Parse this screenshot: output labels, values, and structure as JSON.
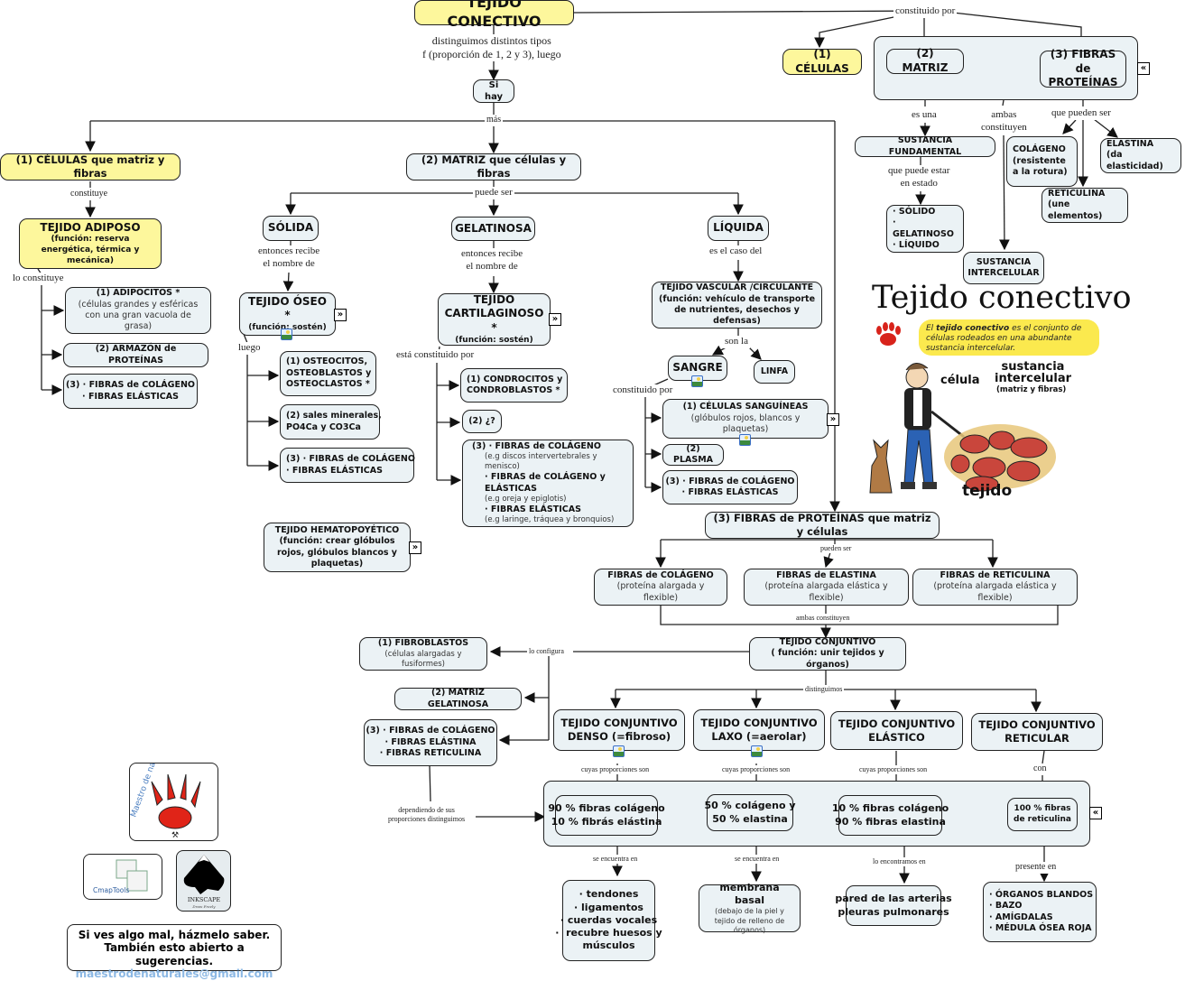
{
  "title": "TEJIDO CONECTIVO",
  "colors": {
    "node_fill": "#ebf2f5",
    "highlight_fill": "#fdf79c",
    "line": "#222222",
    "email": "#8cb8e4",
    "paw": "#d8231b"
  },
  "root": {
    "link_distinguimos": "distinguimos distintos tipos\nf (proporción de 1, 2 y 3), luego",
    "link_constituido": "constituido por",
    "si_hay": "Si hay",
    "link_mas": "más"
  },
  "components": {
    "celulas": "(1) CÉLULAS",
    "matriz": "(2) MATRIZ",
    "fibras": "(3) FIBRAS de PROTEÍNAS",
    "link_es_una": "es una",
    "link_ambas": "ambas\nconstituyen",
    "link_pueden_ser": "que pueden ser",
    "sustancia_fundamental": "SUSTANCIA FUNDAMENTAL",
    "link_puede_estar": "que puede estar\nen estado",
    "estados": [
      "· SÓLIDO",
      "· GELATINOSO",
      "· LÍQUIDO"
    ],
    "colageno": {
      "title": "COLÁGENO",
      "desc": "(resistente a la rotura)"
    },
    "elastina": {
      "title": "ELASTINA",
      "desc": "(da elasticidad)"
    },
    "reticulina": {
      "title": "RETICULINA",
      "desc": "(une elementos)"
    },
    "sustancia_intercelular": "SUSTANCIA INTERCELULAR"
  },
  "adiposo_branch": {
    "header": "(1) CÉLULAS que matriz y fibras",
    "link_constituye": "constituye",
    "tejido": {
      "title": "TEJIDO ADIPOSO",
      "desc": "(función: reserva energética, térmica y mecánica)"
    },
    "link_lo_constituye": "lo constituye",
    "items": [
      {
        "title": "(1) ADIPOCITOS *",
        "desc": "(células grandes y esféricas con una gran vacuola de grasa)"
      },
      {
        "title": "(2) ARMAZÓN de PROTEÍNAS",
        "desc": ""
      },
      {
        "title": "(3) · FIBRAS de COLÁGENO\n· FIBRAS ELÁSTICAS",
        "desc": ""
      }
    ]
  },
  "matriz_branch": {
    "header": "(2) MATRIZ que células y fibras",
    "link_puede_ser": "puede ser",
    "solida": {
      "label": "SÓLIDA",
      "link": "entonces recibe\nel nombre de",
      "tejido": {
        "title": "TEJIDO ÓSEO *",
        "desc": "(función: sostén)"
      },
      "link_luego": "luego",
      "items": [
        "(1) OSTEOCITOS,\nOSTEOBLASTOS y\nOSTEOCLASTOS *",
        "(2) sales minerales,\nPO4Ca y CO3Ca",
        "(3) · FIBRAS de COLÁGENO\n· FIBRAS ELÁSTICAS"
      ],
      "hematopoyetico": {
        "title": "TEJIDO HEMATOPOYÉTICO",
        "desc": "(función: crear glóbulos rojos, glóbulos blancos y plaquetas)"
      }
    },
    "gelatinosa": {
      "label": "GELATINOSA",
      "link": "entonces recibe\nel nombre de",
      "tejido": {
        "title": "TEJIDO CARTILAGINOSO *",
        "desc": "(función: sostén)"
      },
      "link_constituido": "está constituido por",
      "items": [
        "(1) CONDROCITOS y\nCONDROBLASTOS *",
        "(2) ¿?"
      ],
      "fibras": [
        {
          "title": "(3) · FIBRAS de COLÁGENO",
          "desc": "(e.g discos intervertebrales y menisco)"
        },
        {
          "title": "· FIBRAS de COLÁGENO y ELÁSTICAS",
          "desc": "(e.g oreja y epiglotis)"
        },
        {
          "title": "· FIBRAS ELÁSTICAS",
          "desc": "(e.g laringe, tráquea y bronquios)"
        }
      ]
    },
    "liquida": {
      "label": "LÍQUIDA",
      "link": "es el caso del",
      "tejido": {
        "title": "TEJIDO VASCULAR /CIRCULANTE",
        "desc": "(función: vehículo de transporte de nutrientes, desechos y defensas)"
      },
      "link_son_la": "son la",
      "sangre": "SANGRE",
      "linfa": "LINFA",
      "link_constituido": "constituido por",
      "items": [
        {
          "title": "(1) CÉLULAS SANGUÍNEAS",
          "desc": "(glóbulos rojos, blancos y plaquetas)"
        },
        {
          "title": "(2) PLASMA",
          "desc": ""
        },
        {
          "title": "(3) · FIBRAS de COLÁGENO\n· FIBRAS ELÁSTICAS",
          "desc": ""
        }
      ]
    }
  },
  "fibras_branch": {
    "header": "(3) FIBRAS de PROTEÍNAS que matriz y células",
    "link_pueden_ser": "pueden ser",
    "types": [
      {
        "title": "FIBRAS de COLÁGENO",
        "desc": "(proteína alargada y flexible)"
      },
      {
        "title": "FIBRAS de ELASTINA",
        "desc": "(proteína alargada elástica y flexible)"
      },
      {
        "title": "FIBRAS de RETICULINA",
        "desc": "(proteína alargada elástica y flexible)"
      }
    ],
    "link_ambas": "ambas constituyen",
    "conjuntivo": {
      "title": "TEJIDO CONJUNTIVO",
      "desc": "( función: unir tejidos y órganos)"
    },
    "link_configura": "lo configura",
    "config": [
      {
        "title": "(1) FIBROBLASTOS",
        "desc": "(células alargadas y fusiformes)"
      },
      {
        "title": "(2) MATRIZ GELATINOSA",
        "desc": ""
      },
      {
        "title": "(3) · FIBRAS de COLÁGENO\n· FIBRAS ELÁSTINA\n· FIBRAS RETICULINA",
        "desc": ""
      }
    ],
    "link_dependiendo": "dependiendo de sus\nproporciones distinguimos",
    "link_distinguimos": "distinguimos",
    "subtypes": [
      {
        "title": "TEJIDO CONJUNTIVO\nDENSO (=fibroso)",
        "link": "cuyas proporciones son",
        "prop": "90 % fibras colágeno\n10 % fibrás elástina",
        "link2": "se encuentra en",
        "where": "· tendones\n· ligamentos\n· cuerdas vocales\n·  recubre huesos y\nmúsculos",
        "where_desc": ""
      },
      {
        "title": "TEJIDO CONJUNTIVO\nLAXO (=aerolar)",
        "link": "cuyas proporciones son",
        "prop": "50 % colágeno y\n50 % elastina",
        "link2": "se encuentra en",
        "where": "membrana basal",
        "where_desc": "(debajo de la piel y  tejido de relleno de órganos)"
      },
      {
        "title": "TEJIDO CONJUNTIVO\nELÁSTICO",
        "link": "cuyas proporciones son",
        "prop": "10 % fibras colágeno\n90 % fibras elastina",
        "link2": "lo encontramos en",
        "where": "pared de las arterias\npleuras pulmonares",
        "where_desc": ""
      },
      {
        "title": "TEJIDO CONJUNTIVO\nRETICULAR",
        "link": "con",
        "prop": "100 % fibras\nde reticulina",
        "link2": "presente en",
        "where": "· ÓRGANOS BLANDOS\n· BAZO\n· AMÍGDALAS\n· MÉDULA ÓSEA ROJA",
        "where_desc": ""
      }
    ]
  },
  "illustration": {
    "title": "Tejido conectivo",
    "bubble_pre": "El ",
    "bubble_bold": "tejido conectivo",
    "bubble_post": " es el conjunto de células rodeados en una abundante sustancia intercelular.",
    "label_celula": "célula",
    "label_sustancia": "sustancia\nintercelular",
    "label_sustancia_sub": "(matriz y fibras)",
    "label_tejido": "tejido"
  },
  "logos": {
    "maestro": "Maestro de naturales",
    "cmap": "CmapTools",
    "inkscape": "INKSCAPE",
    "inkscape_tag": "Draw Freely"
  },
  "footer": {
    "line1": "Si ves algo mal, házmelo saber.",
    "line2": "También esto abierto a sugerencias.",
    "email": "maestrodenaturales@gmail.com"
  },
  "expand_icons": {
    "open": "»",
    "close": "«"
  }
}
